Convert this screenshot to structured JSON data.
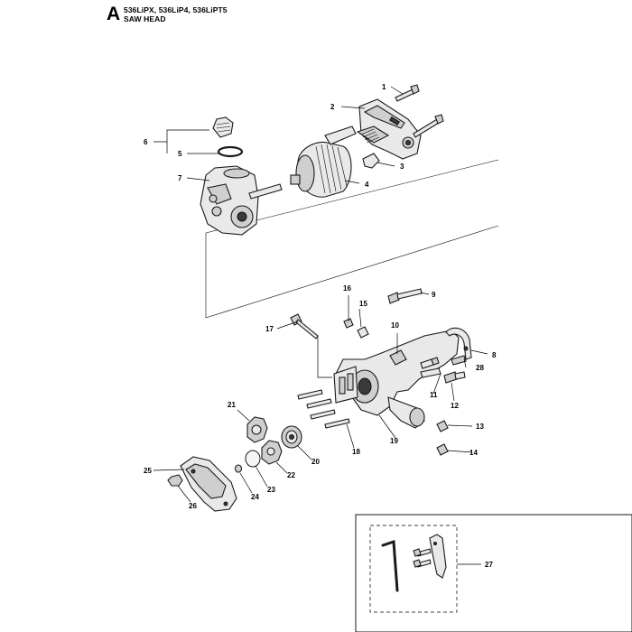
{
  "header": {
    "letter": "A",
    "models": "536LiPX, 536LiP4, 536LiPT5",
    "subtitle": "SAW HEAD"
  },
  "callouts": [
    "1",
    "2",
    "3",
    "4",
    "5",
    "6",
    "7",
    "8",
    "9",
    "10",
    "11",
    "12",
    "13",
    "14",
    "15",
    "16",
    "17",
    "18",
    "19",
    "20",
    "21",
    "22",
    "23",
    "24",
    "25",
    "26",
    "27",
    "28"
  ]
}
